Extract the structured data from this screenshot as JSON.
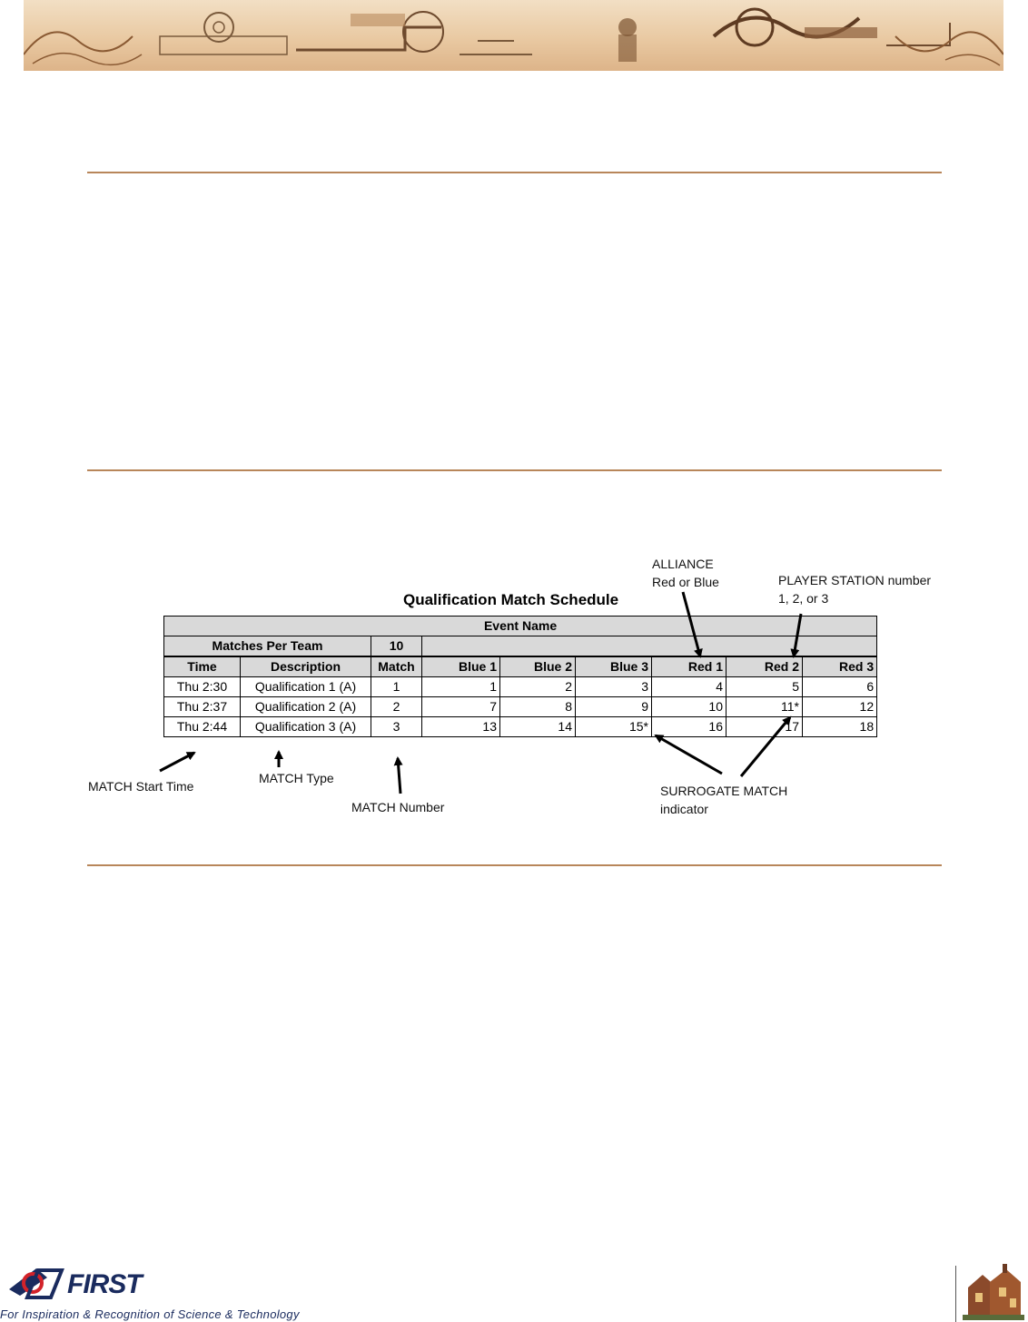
{
  "schedule": {
    "title": "Qualification Match Schedule",
    "event_name": "Event Name",
    "matches_per_team_label": "Matches Per Team",
    "matches_per_team_value": "10",
    "headers": [
      "Time",
      "Description",
      "Match",
      "Blue 1",
      "Blue 2",
      "Blue 3",
      "Red 1",
      "Red 2",
      "Red 3"
    ],
    "rows": [
      [
        "Thu 2:30",
        "Qualification  1 (A)",
        "1",
        "1",
        "2",
        "3",
        "4",
        "5",
        "6"
      ],
      [
        "Thu 2:37",
        "Qualification  2 (A)",
        "2",
        "7",
        "8",
        "9",
        "10",
        "11*",
        "12"
      ],
      [
        "Thu 2:44",
        "Qualification  3 (A)",
        "3",
        "13",
        "14",
        "15*",
        "16",
        "17",
        "18"
      ]
    ]
  },
  "annotations": {
    "alliance_line1": "ALLIANCE",
    "alliance_line2": "Red or Blue",
    "player_station_line1": "PLAYER STATION number",
    "player_station_line2": "1, 2,  or 3",
    "match_start_time": "MATCH Start Time",
    "match_type": "MATCH Type",
    "match_number": "MATCH Number",
    "surrogate_line1": "SURROGATE MATCH",
    "surrogate_line2": "indicator"
  },
  "footer": {
    "logo_word": "FIRST",
    "tagline": "For Inspiration & Recognition of Science & Technology"
  },
  "colors": {
    "rule": "#b8865a",
    "header_fill": "#d9d9d9",
    "logo_navy": "#1a2b5e",
    "logo_red": "#d2232a"
  }
}
